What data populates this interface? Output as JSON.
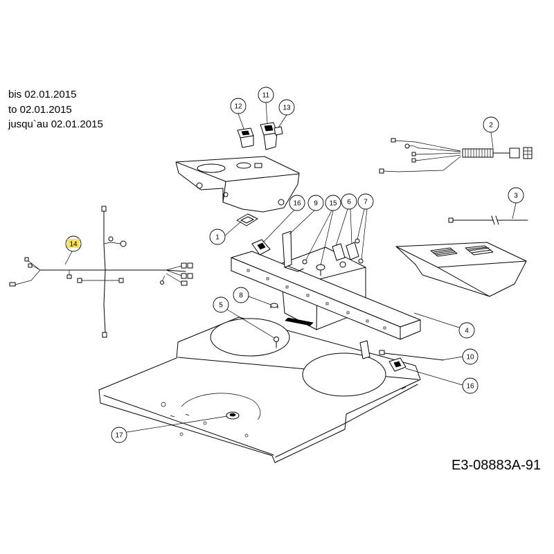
{
  "validity_notes": [
    "bis 02.01.2015",
    "to 02.01.2015",
    "jusqu`au 02.01.2015"
  ],
  "drawing_number": "E3-08883A-91",
  "callouts": [
    "1",
    "2",
    "3",
    "4",
    "5",
    "6",
    "7",
    "8",
    "9",
    "10",
    "11",
    "12",
    "13",
    "14",
    "15",
    "16",
    "16",
    "17"
  ],
  "highlight_color": "#f5e15a"
}
